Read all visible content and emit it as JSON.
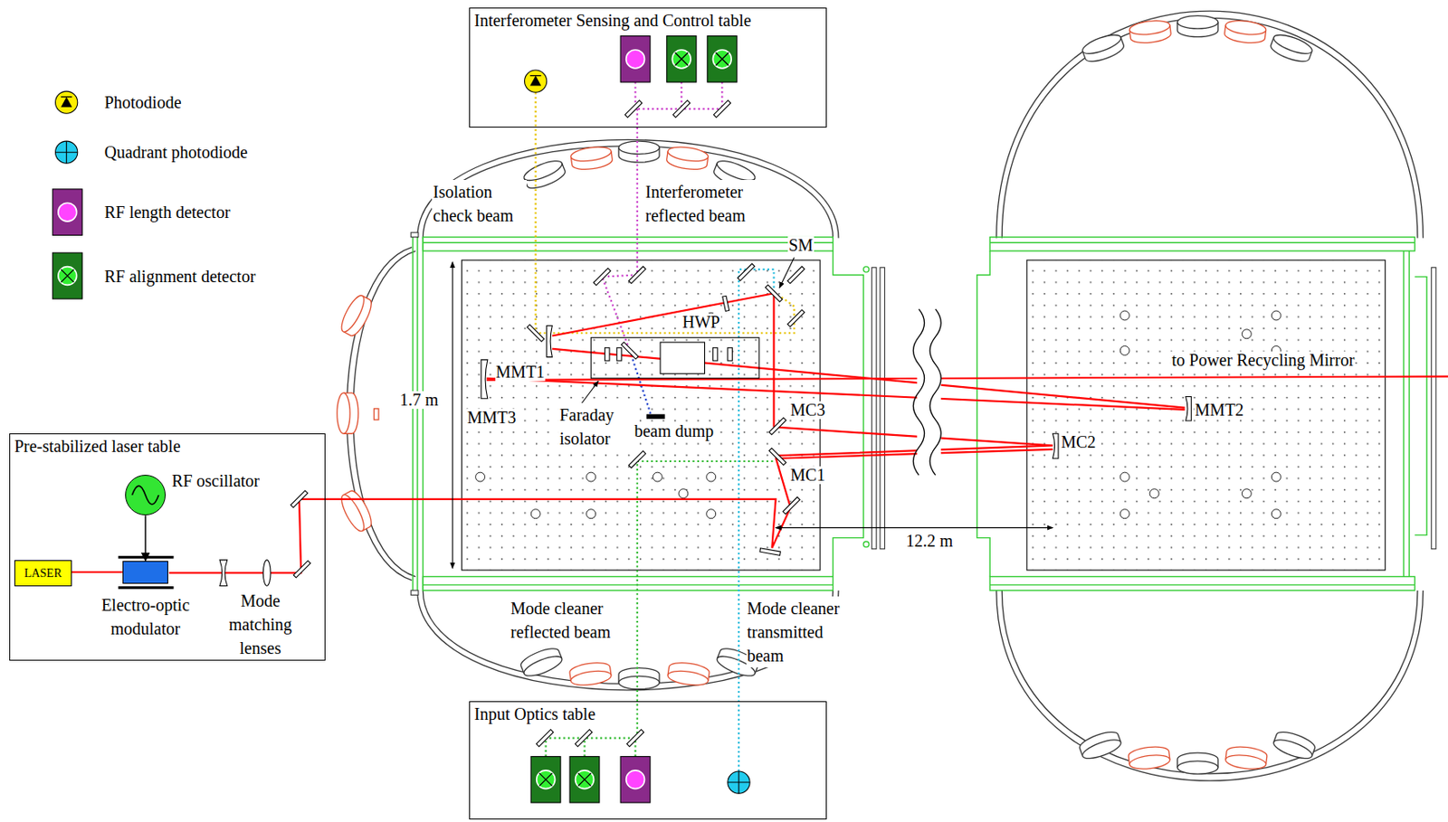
{
  "diagram": {
    "nodes": [
      {
        "text": [
          "Interferometer Sensing and Control table"
        ]
      },
      {
        "text": [
          "Pre-stabilized laser table"
        ]
      },
      {
        "text": [
          "RF oscillator"
        ],
        "in": 1
      },
      {
        "text": [
          "LASER"
        ],
        "in": 1
      },
      {
        "text": [
          "Electro-optic modulator"
        ],
        "in": 1
      },
      {
        "text": [
          "Input Optics table"
        ]
      }
    ],
    "edges": [
      {
        "from": 3,
        "to": 4,
        "arrow": "none"
      },
      {
        "from": 2,
        "to": 4,
        "arrow": "to"
      }
    ],
    "labels": [
      "Isolation check beam",
      "Interferometer reflected beam",
      "SM",
      "HWP",
      "MMT1",
      "1.7 m",
      "MMT3",
      "Faraday isolator",
      "beam dump",
      "MC3",
      "to Power Recycling Mirror",
      "MMT2",
      "MC1",
      "MC2",
      "12.2 m",
      "Mode matching lenses",
      "Mode cleaner reflected beam",
      "Mode cleaner transmitted beam"
    ],
    "legend": [
      {
        "text": "Photodiode"
      },
      {
        "text": "Quadrant photodiode"
      },
      {
        "text": "RF length detector"
      },
      {
        "text": "RF alignment detector"
      }
    ]
  }
}
